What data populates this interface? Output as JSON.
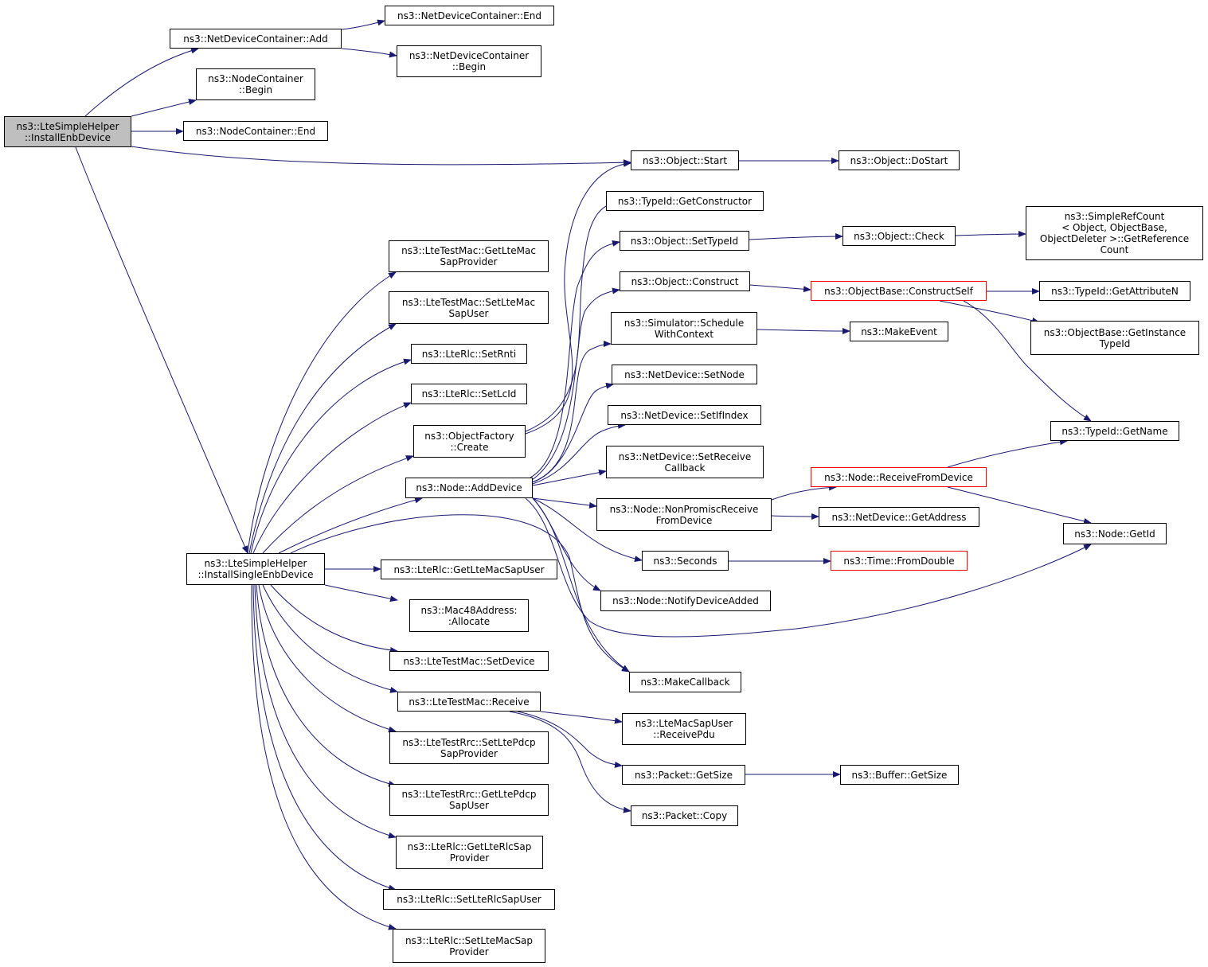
{
  "colors": {
    "edge": "#191970",
    "node_border": "#000000",
    "root_fill": "#bfbfbf",
    "truncated_border": "#ff0000"
  },
  "nodes": {
    "install_enb_device": {
      "label": "ns3::LteSimpleHelper\n::InstallEnbDevice"
    },
    "netdevcont_add": {
      "label": "ns3::NetDeviceContainer::Add"
    },
    "netdevcont_end": {
      "label": "ns3::NetDeviceContainer::End"
    },
    "netdevcont_begin": {
      "label": "ns3::NetDeviceContainer\n::Begin"
    },
    "nodecont_begin": {
      "label": "ns3::NodeContainer\n::Begin"
    },
    "nodecont_end": {
      "label": "ns3::NodeContainer::End"
    },
    "object_start": {
      "label": "ns3::Object::Start"
    },
    "object_dostart": {
      "label": "ns3::Object::DoStart"
    },
    "typeid_getconstructor": {
      "label": "ns3::TypeId::GetConstructor"
    },
    "object_settypeid": {
      "label": "ns3::Object::SetTypeId"
    },
    "object_check": {
      "label": "ns3::Object::Check"
    },
    "simplerefcount": {
      "label": "ns3::SimpleRefCount\n< Object, ObjectBase,\n ObjectDeleter >::GetReference\nCount"
    },
    "object_construct": {
      "label": "ns3::Object::Construct"
    },
    "objectbase_constructself": {
      "label": "ns3::ObjectBase::ConstructSelf"
    },
    "typeid_getattributen": {
      "label": "ns3::TypeId::GetAttributeN"
    },
    "objectbase_getinstancetypeid": {
      "label": "ns3::ObjectBase::GetInstance\nTypeId"
    },
    "simulator_schedulewithcontext": {
      "label": "ns3::Simulator::Schedule\nWithContext"
    },
    "makeevent": {
      "label": "ns3::MakeEvent"
    },
    "netdevice_setnode": {
      "label": "ns3::NetDevice::SetNode"
    },
    "netdevice_setifindex": {
      "label": "ns3::NetDevice::SetIfIndex"
    },
    "netdevice_setreceivecallback": {
      "label": "ns3::NetDevice::SetReceive\nCallback"
    },
    "typeid_getname": {
      "label": "ns3::TypeId::GetName"
    },
    "node_receivefromdevice": {
      "label": "ns3::Node::ReceiveFromDevice"
    },
    "node_nonpromiscreceivefromdevice": {
      "label": "ns3::Node::NonPromiscReceive\nFromDevice"
    },
    "netdevice_getaddress": {
      "label": "ns3::NetDevice::GetAddress"
    },
    "node_getid": {
      "label": "ns3::Node::GetId"
    },
    "seconds": {
      "label": "ns3::Seconds"
    },
    "time_fromdouble": {
      "label": "ns3::Time::FromDouble"
    },
    "node_notifydeviceadded": {
      "label": "ns3::Node::NotifyDeviceAdded"
    },
    "makecallback": {
      "label": "ns3::MakeCallback"
    },
    "ltetestmac_getltemacsapprovider": {
      "label": "ns3::LteTestMac::GetLteMac\nSapProvider"
    },
    "ltetestmac_setltemacsapuser": {
      "label": "ns3::LteTestMac::SetLteMac\nSapUser"
    },
    "lterlc_setrnti": {
      "label": "ns3::LteRlc::SetRnti"
    },
    "lterlc_setlcid": {
      "label": "ns3::LteRlc::SetLcId"
    },
    "objectfactory_create": {
      "label": "ns3::ObjectFactory\n::Create"
    },
    "node_adddevice": {
      "label": "ns3::Node::AddDevice"
    },
    "install_single_enb_device": {
      "label": "ns3::LteSimpleHelper\n::InstallSingleEnbDevice"
    },
    "lterlc_getltemacsapuser": {
      "label": "ns3::LteRlc::GetLteMacSapUser"
    },
    "mac48address_allocate": {
      "label": "ns3::Mac48Address:\n:Allocate"
    },
    "ltetestmac_setdevice": {
      "label": "ns3::LteTestMac::SetDevice"
    },
    "ltetestmac_receive": {
      "label": "ns3::LteTestMac::Receive"
    },
    "ltemacsapuser_receivepdu": {
      "label": "ns3::LteMacSapUser\n::ReceivePdu"
    },
    "packet_getsize": {
      "label": "ns3::Packet::GetSize"
    },
    "buffer_getsize": {
      "label": "ns3::Buffer::GetSize"
    },
    "packet_copy": {
      "label": "ns3::Packet::Copy"
    },
    "ltetestrrc_setltepdcpsapprovider": {
      "label": "ns3::LteTestRrc::SetLtePdcp\nSapProvider"
    },
    "ltetestrrc_getltepdcpsapuser": {
      "label": "ns3::LteTestRrc::GetLtePdcp\nSapUser"
    },
    "lterlc_getlterlcsapprovider": {
      "label": "ns3::LteRlc::GetLteRlcSap\nProvider"
    },
    "lterlc_setlterlcsapuser": {
      "label": "ns3::LteRlc::SetLteRlcSapUser"
    },
    "lterlc_setltemacsapprovider": {
      "label": "ns3::LteRlc::SetLteMacSap\nProvider"
    }
  }
}
